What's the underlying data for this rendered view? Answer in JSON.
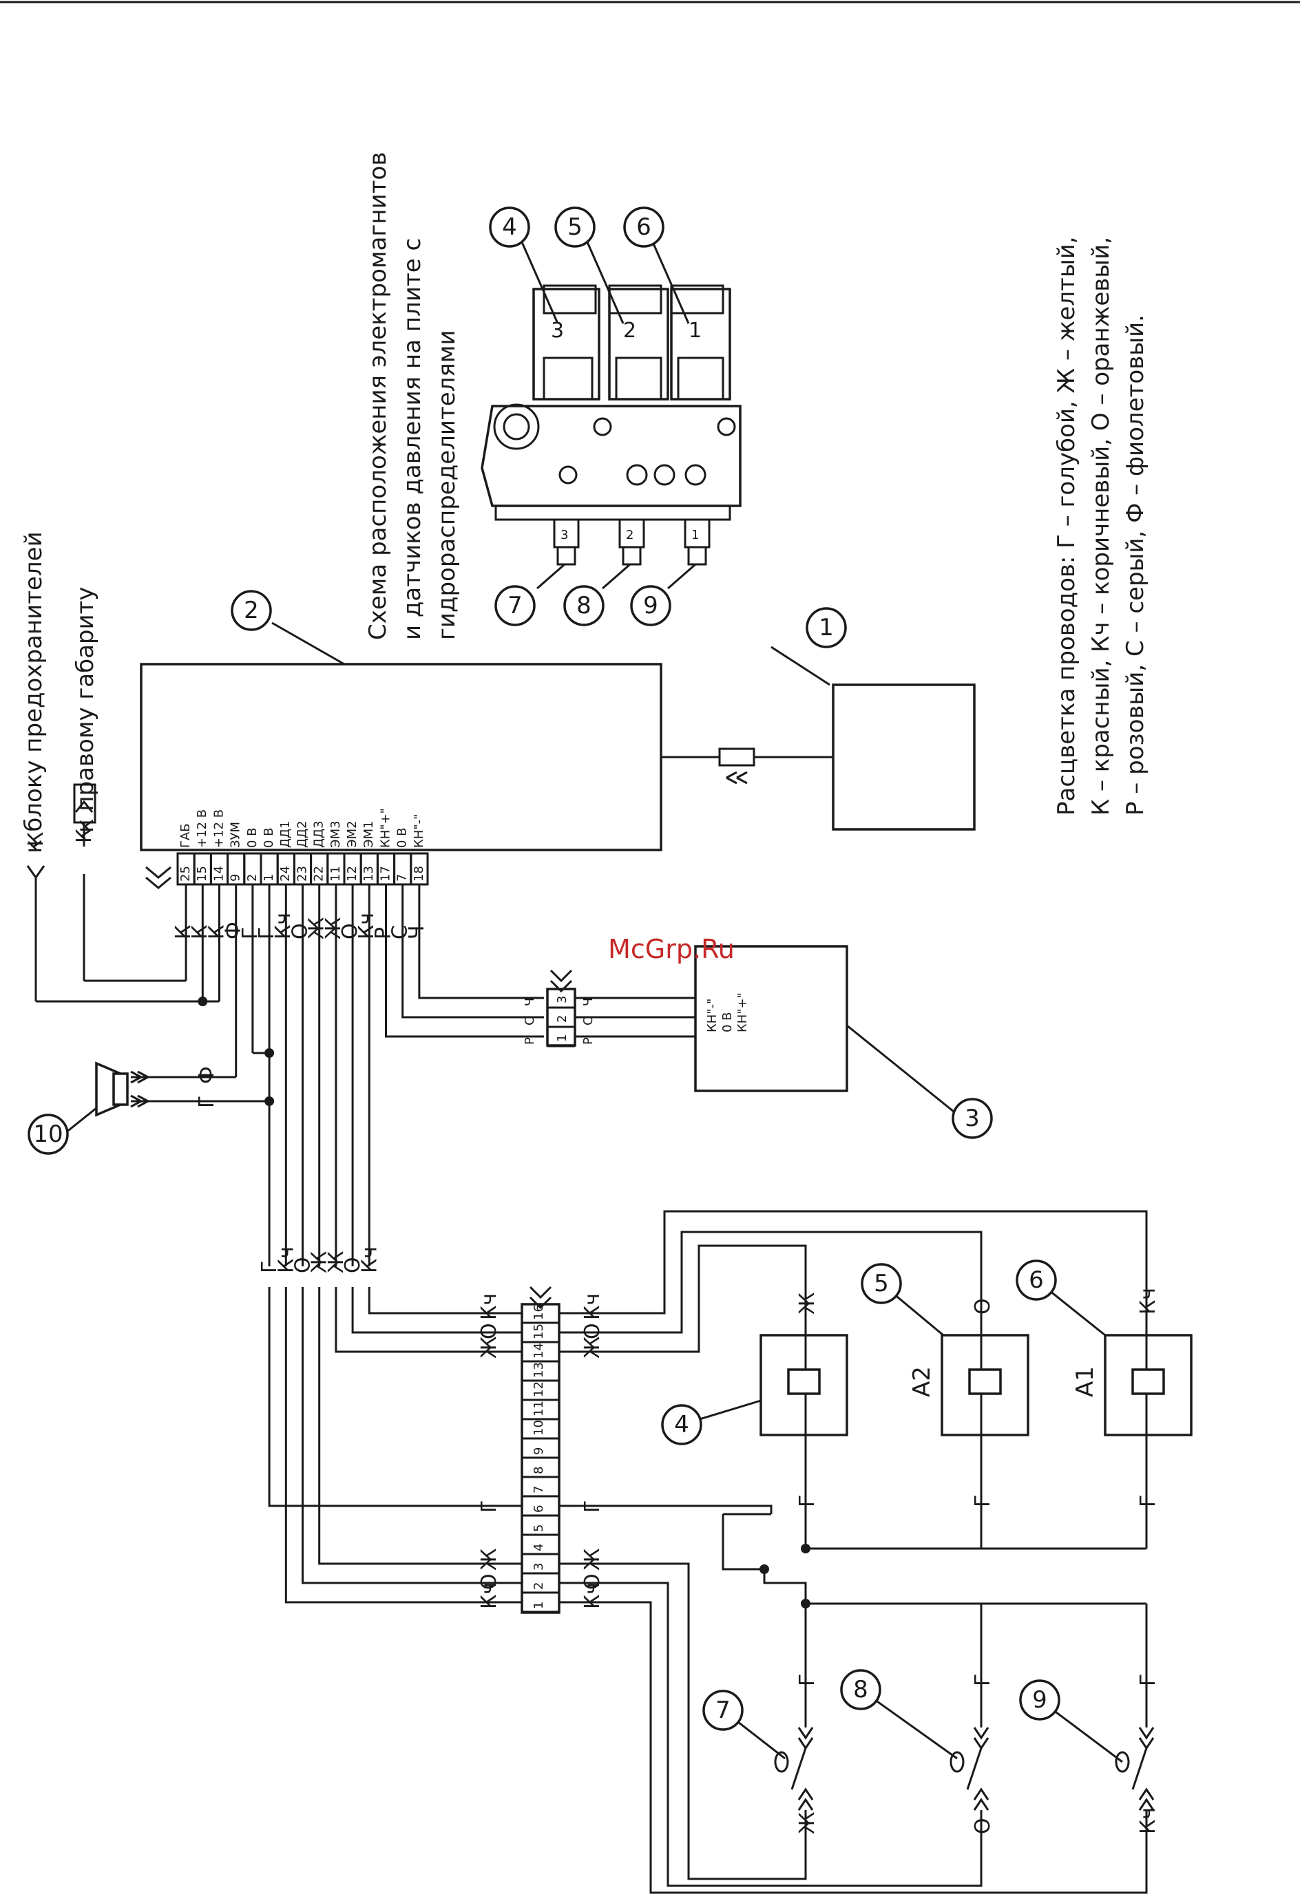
{
  "watermark": "McGrp.Ru",
  "notes": {
    "ref_left": "к блоку предохранителей",
    "ref_right": "к правому габариту",
    "schema_line1": "Схема расположения электромагнитов",
    "schema_line2": "и датчиков давления на плите с",
    "schema_line3": "гидрораспределителями",
    "legend_line1": "Расцветка проводов: Г – голубой, Ж – желтый,",
    "legend_line2": "К – красный, Кч – коричневый, О – оранжевый,",
    "legend_line3": "Р – розовый, С – серый, Ф – фиолетовый."
  },
  "callouts": [
    "1",
    "2",
    "3",
    "4",
    "5",
    "6",
    "7",
    "8",
    "9",
    "10"
  ],
  "valve_positions": [
    "3",
    "2",
    "1"
  ],
  "sensor_positions": [
    "3",
    "2",
    "1"
  ],
  "unit2_pins": [
    {
      "num": "25",
      "sig": "ГАБ",
      "wire": "К"
    },
    {
      "num": "15",
      "sig": "+12 В",
      "wire": "К"
    },
    {
      "num": "14",
      "sig": "+12 В",
      "wire": "К"
    },
    {
      "num": "9",
      "sig": "ЗУМ",
      "wire": "Ф"
    },
    {
      "num": "2",
      "sig": "0 В",
      "wire": "Г"
    },
    {
      "num": "1",
      "sig": "0 В",
      "wire": "Г"
    },
    {
      "num": "24",
      "sig": "ДД1",
      "wire": "Кч"
    },
    {
      "num": "23",
      "sig": "ДД2",
      "wire": "О"
    },
    {
      "num": "22",
      "sig": "ДД3",
      "wire": "Ж"
    },
    {
      "num": "11",
      "sig": "ЭМ3",
      "wire": "Ж"
    },
    {
      "num": "12",
      "sig": "ЭМ2",
      "wire": "О"
    },
    {
      "num": "13",
      "sig": "ЭМ1",
      "wire": "Кч"
    },
    {
      "num": "17",
      "sig": "КН\"+\"",
      "wire": "Р"
    },
    {
      "num": "7",
      "sig": "0 В",
      "wire": "С"
    },
    {
      "num": "18",
      "sig": "КН\"-\"",
      "wire": "Ч"
    }
  ],
  "ref_wires": {
    "left": "К",
    "right": "К"
  },
  "conn3": {
    "pins": [
      "3",
      "2",
      "1"
    ],
    "left_wires": [
      "Ч",
      "С",
      "Р"
    ],
    "right_wires": [
      "Ч",
      "С",
      "Р"
    ],
    "labels": [
      "КН\"-\"",
      "0 В",
      "КН\"+\""
    ]
  },
  "buzzer_wires": [
    "Ф",
    "Г"
  ],
  "bundle_wires": [
    "Г",
    "Кч",
    "О",
    "Ж",
    "Ж",
    "О",
    "Кч"
  ],
  "strip": {
    "pins": [
      "16",
      "15",
      "14",
      "13",
      "12",
      "11",
      "10",
      "9",
      "8",
      "7",
      "6",
      "5",
      "4",
      "3",
      "2",
      "1"
    ],
    "left": {
      "16": "Кч",
      "15": "О",
      "14": "Ж",
      "6": "Г",
      "3": "Ж",
      "2": "О",
      "1": "Кч"
    },
    "right": {
      "16": "Кч",
      "15": "О",
      "14": "Ж",
      "6": "Г",
      "3": "Ж",
      "2": "О",
      "1": "Кч"
    }
  },
  "solenoids": [
    {
      "name": "",
      "top": "Ж",
      "bottom": "Г"
    },
    {
      "name": "А2",
      "top": "О",
      "bottom": "Г"
    },
    {
      "name": "А1",
      "top": "Кч",
      "bottom": "Г"
    }
  ],
  "switches": [
    {
      "top": "Г",
      "bottom": "Ж"
    },
    {
      "top": "Г",
      "bottom": "О"
    },
    {
      "top": "Г",
      "bottom": "Кч"
    }
  ]
}
